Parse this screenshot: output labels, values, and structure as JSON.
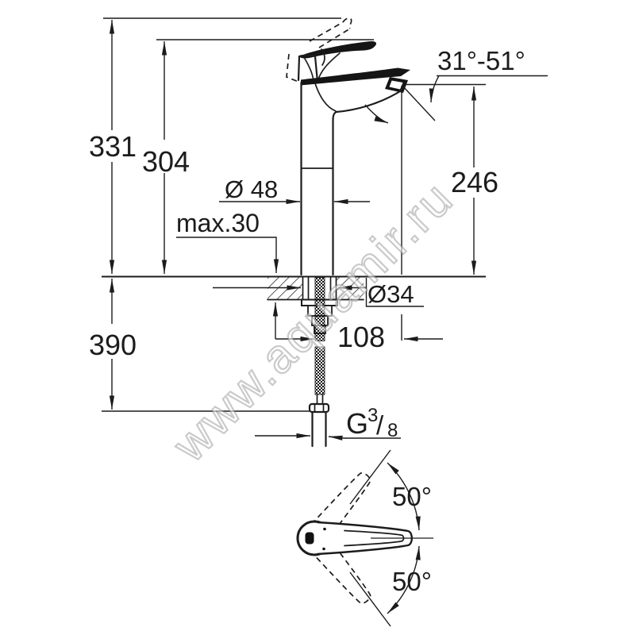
{
  "watermark": "www.aquamir.ru",
  "drawing": {
    "dims": {
      "overall_height": "331",
      "body_height": "304",
      "outlet_height": "246",
      "outlet_angle_range": "31°-51°",
      "body_diameter": "Ø 48",
      "max_mounting_thickness": "max.30",
      "below_deck_length": "390",
      "mounting_hole_diameter": "Ø34",
      "shank_offset": "108",
      "handle_swing_upper": "50°",
      "handle_swing_lower": "50°"
    },
    "thread": {
      "prefix": "G",
      "numerator": "3",
      "slash": "/",
      "denominator": "8"
    }
  }
}
